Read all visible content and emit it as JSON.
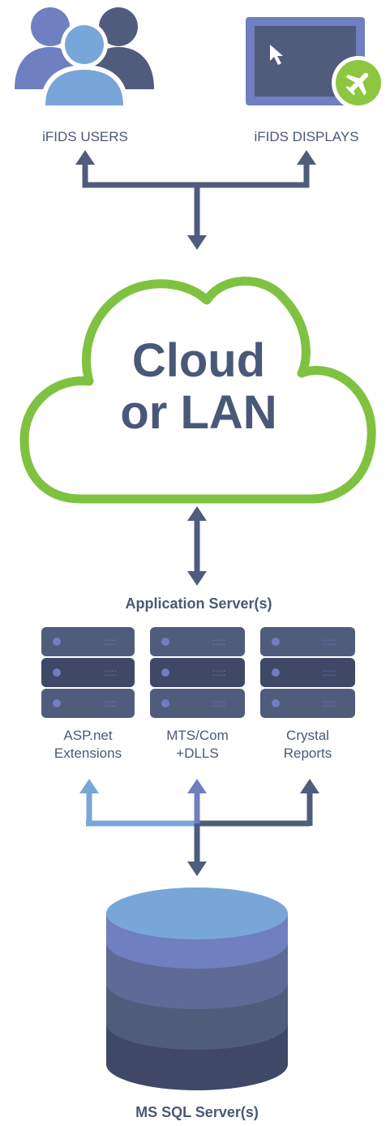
{
  "colors": {
    "slate": "#505c7c",
    "slate_dark": "#3f4866",
    "blue_light": "#78a6d8",
    "blue_mid": "#6f7fc0",
    "cloud_green": "#7fc241",
    "badge_green": "#8dc63f"
  },
  "nodes": {
    "users_label": "iFIDS USERS",
    "displays_label": "iFIDS DISPLAYS",
    "cloud_line1": "Cloud",
    "cloud_line2": "or LAN",
    "app_server_title": "Application Server(s)",
    "server1_line1": "ASP.net",
    "server1_line2": "Extensions",
    "server2_line1": "MTS/Com",
    "server2_line2": "+DLLS",
    "server3_line1": "Crystal",
    "server3_line2": "Reports",
    "db_label": "MS SQL Server(s)"
  },
  "icons": {
    "users": "users-group-icon",
    "display": "monitor-display-icon",
    "badge": "airplane-badge-icon",
    "cloud": "cloud-icon",
    "server": "server-rack-icon",
    "database": "database-cylinder-icon"
  }
}
